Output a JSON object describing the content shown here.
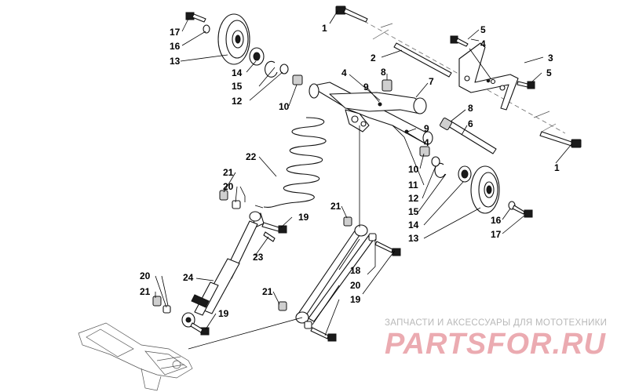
{
  "watermark": {
    "subtitle": "ЗАПЧАСТИ И АКСЕССУАРЫ ДЛЯ МОТОТЕХНИКИ",
    "logo": "PARTSFOR.RU"
  },
  "callouts": [
    {
      "id": "c1a",
      "num": "1"
    },
    {
      "id": "c1b",
      "num": "1"
    },
    {
      "id": "c2",
      "num": "2"
    },
    {
      "id": "c3",
      "num": "3"
    },
    {
      "id": "c4a",
      "num": "4"
    },
    {
      "id": "c4b",
      "num": "4"
    },
    {
      "id": "c4c",
      "num": "4"
    },
    {
      "id": "c5a",
      "num": "5"
    },
    {
      "id": "c5b",
      "num": "5"
    },
    {
      "id": "c6",
      "num": "6"
    },
    {
      "id": "c7",
      "num": "7"
    },
    {
      "id": "c8a",
      "num": "8"
    },
    {
      "id": "c8b",
      "num": "8"
    },
    {
      "id": "c9a",
      "num": "9"
    },
    {
      "id": "c9b",
      "num": "9"
    },
    {
      "id": "c10a",
      "num": "10"
    },
    {
      "id": "c10b",
      "num": "10"
    },
    {
      "id": "c11",
      "num": "11"
    },
    {
      "id": "c12a",
      "num": "12"
    },
    {
      "id": "c12b",
      "num": "12"
    },
    {
      "id": "c13a",
      "num": "13"
    },
    {
      "id": "c13b",
      "num": "13"
    },
    {
      "id": "c14a",
      "num": "14"
    },
    {
      "id": "c14b",
      "num": "14"
    },
    {
      "id": "c15a",
      "num": "15"
    },
    {
      "id": "c15b",
      "num": "15"
    },
    {
      "id": "c16a",
      "num": "16"
    },
    {
      "id": "c16b",
      "num": "16"
    },
    {
      "id": "c17a",
      "num": "17"
    },
    {
      "id": "c17b",
      "num": "17"
    },
    {
      "id": "c18",
      "num": "18"
    },
    {
      "id": "c19a",
      "num": "19"
    },
    {
      "id": "c19b",
      "num": "19"
    },
    {
      "id": "c19c",
      "num": "19"
    },
    {
      "id": "c20a",
      "num": "20"
    },
    {
      "id": "c20b",
      "num": "20"
    },
    {
      "id": "c20c",
      "num": "20"
    },
    {
      "id": "c21a",
      "num": "21"
    },
    {
      "id": "c21b",
      "num": "21"
    },
    {
      "id": "c21c",
      "num": "21"
    },
    {
      "id": "c21d",
      "num": "21"
    },
    {
      "id": "c22",
      "num": "22"
    },
    {
      "id": "c23",
      "num": "23"
    },
    {
      "id": "c24",
      "num": "24"
    }
  ]
}
